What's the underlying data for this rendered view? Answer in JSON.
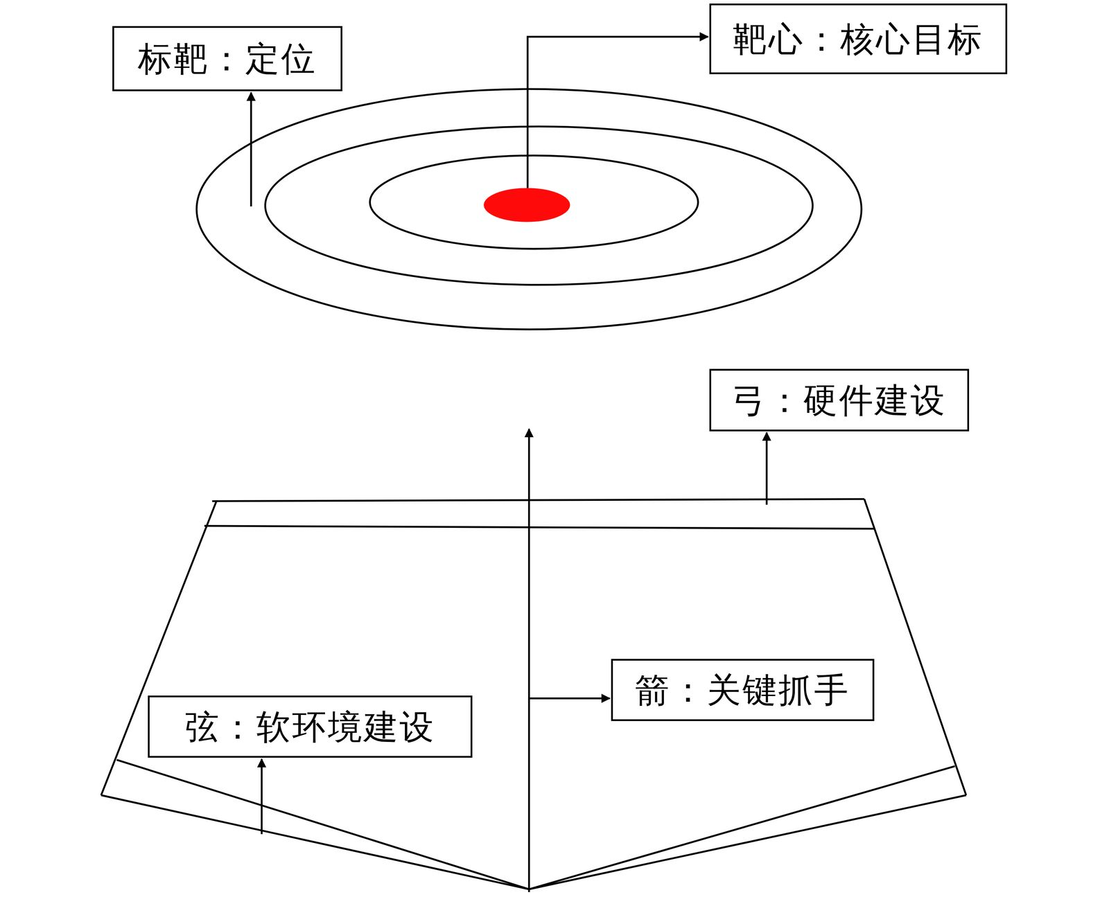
{
  "diagram": {
    "nodes": [
      {
        "text": [
          "标靶：定位"
        ]
      },
      {
        "text": [
          "靶心：核心目标"
        ]
      },
      {
        "text": [
          "弓：硬件建设"
        ]
      },
      {
        "text": [
          "箭：关键抓手"
        ]
      },
      {
        "text": [
          "弦：软环境建设"
        ]
      }
    ]
  }
}
